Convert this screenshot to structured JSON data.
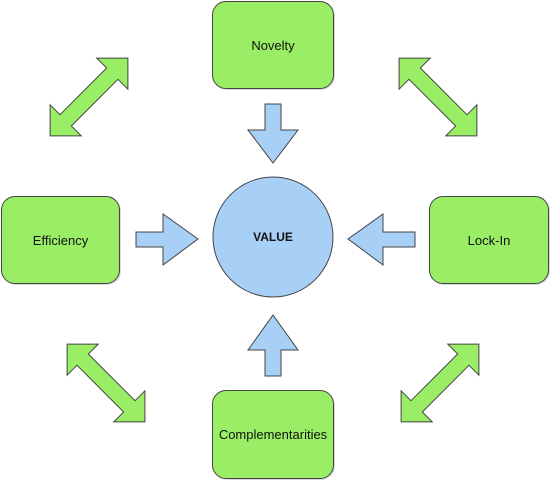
{
  "diagram": {
    "center": {
      "label": "VALUE"
    },
    "nodes": {
      "top": {
        "label": "Novelty"
      },
      "left": {
        "label": "Efficiency"
      },
      "right": {
        "label": "Lock-In"
      },
      "bottom": {
        "label": "Complementarities"
      }
    },
    "colors": {
      "node_fill": "#99ee66",
      "center_fill": "#a8cff5",
      "inward_arrow_fill": "#a8cff5",
      "double_arrow_fill": "#99ee66",
      "stroke": "#444444"
    }
  }
}
